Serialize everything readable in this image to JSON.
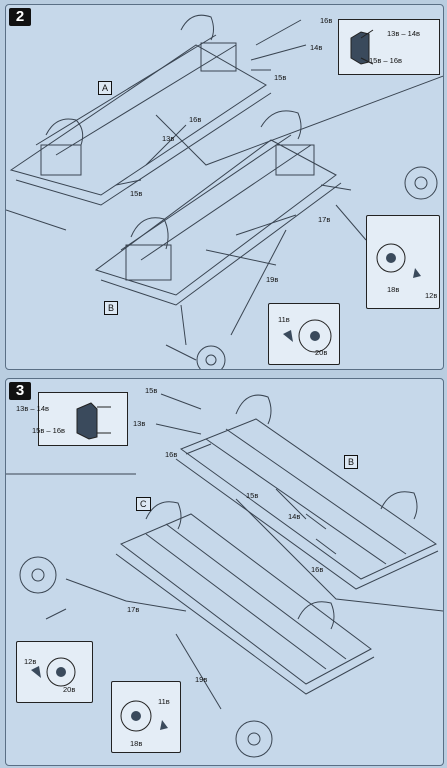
{
  "step2": {
    "number": "2",
    "labels": {
      "p16a": "16в",
      "p14a": "14в",
      "p15a": "15в",
      "inset_1314": "13в – 14в",
      "inset_1516": "15в – 16в",
      "box_a": "A",
      "p16b": "16в",
      "p13b": "13в",
      "p15b": "15в",
      "p17": "17в",
      "p19": "19в",
      "p18": "18в",
      "p12": "12в",
      "box_b": "B",
      "p11": "11в",
      "p20": "20в"
    }
  },
  "step3": {
    "number": "3",
    "labels": {
      "p15a": "15в",
      "p13a": "13в",
      "p16a": "16в",
      "inset_1314": "13в – 14в",
      "inset_1516": "15в – 16в",
      "box_b": "B",
      "box_c": "C",
      "p15b": "15в",
      "p14b": "14в",
      "p16b": "16в",
      "p17": "17в",
      "p19": "19в",
      "p12": "12в",
      "p20": "20в",
      "p11": "11в",
      "p18": "18в"
    }
  },
  "colors": {
    "background": "#c6d8ea",
    "line": "#3a4552",
    "inset_bg": "#e4edf6",
    "badge": "#111111"
  }
}
